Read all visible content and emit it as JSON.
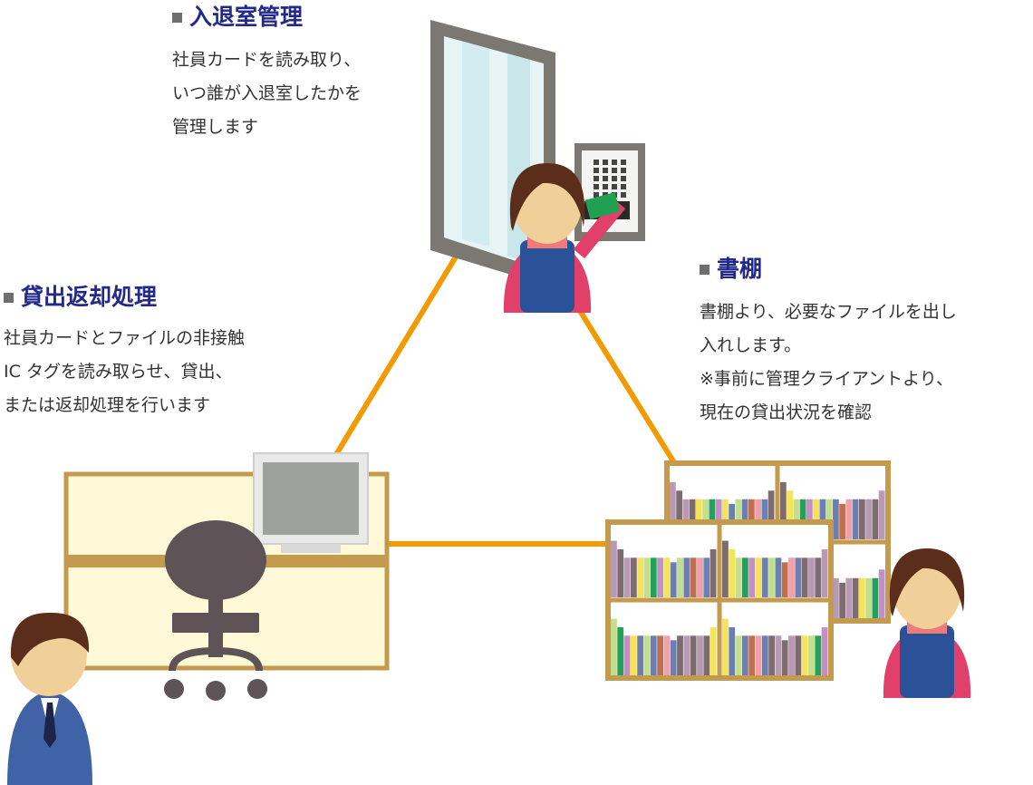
{
  "sections": {
    "entry": {
      "title": "入退室管理",
      "lines": [
        "社員カードを読み取り、",
        "いつ誰が入退室したかを",
        "管理します"
      ]
    },
    "lending": {
      "title": "貸出返却処理",
      "lines": [
        "社員カードとファイルの非接触",
        "IC タグを読み取らせ、貸出、",
        "または返却処理を行います"
      ]
    },
    "bookshelf": {
      "title": "書棚",
      "lines": [
        "書棚より、必要なファイルを出し",
        "入れします。",
        "※事前に管理クライアントより、",
        "現在の貸出状況を確認"
      ]
    }
  },
  "colors": {
    "heading": "#23298a",
    "connector": "#f29a00",
    "shelf": "#c49a4e",
    "desk": "#fff9d8",
    "books": [
      "#b89ab5",
      "#7d6b70",
      "#b89ab5",
      "#7d6b70",
      "#f5e35a",
      "#c3df8e",
      "#23a05a",
      "#c48fc3",
      "#f5e35a",
      "#6c7fb0",
      "#c3df8e",
      "#6c7fb0",
      "#c0704f",
      "#efa0aa",
      "#6c7fb0",
      "#7d6b70"
    ]
  },
  "icons": [
    "door-icon",
    "card-reader-icon",
    "desk-icon",
    "monitor-icon",
    "chair-icon",
    "bookshelf-icon",
    "person-icon"
  ]
}
